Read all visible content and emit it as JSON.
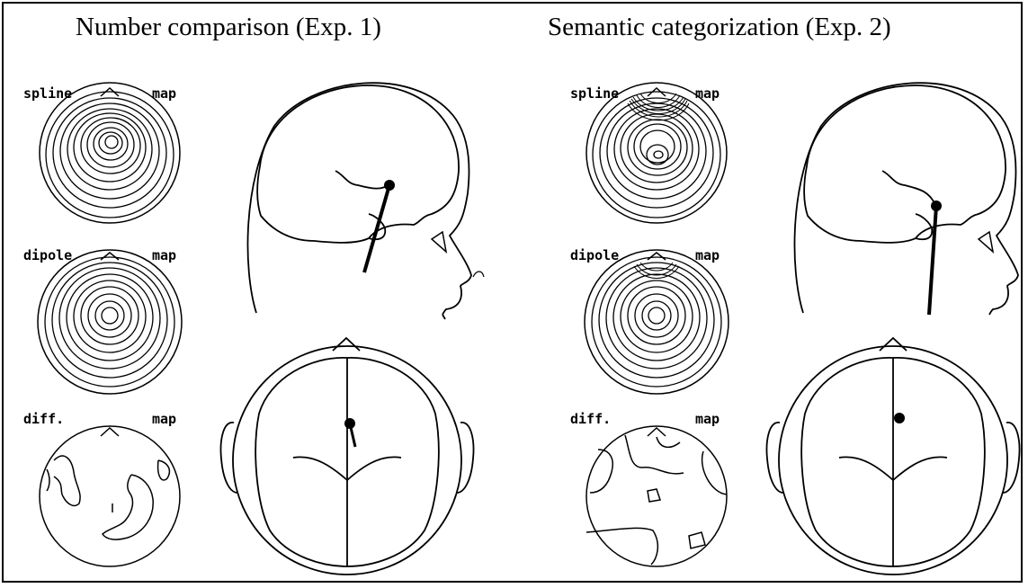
{
  "titles": {
    "left": "Number comparison (Exp. 1)",
    "right": "Semantic categorization (Exp. 2)"
  },
  "panels": [
    {
      "spline_label": "spline",
      "dipole_label": "dipole",
      "diff_label": "diff.",
      "map_label": "map"
    },
    {
      "spline_label": "spline",
      "dipole_label": "dipole",
      "diff_label": "diff.",
      "map_label": "map"
    }
  ],
  "colors": {
    "ink": "#000000",
    "background": "#ffffff"
  }
}
